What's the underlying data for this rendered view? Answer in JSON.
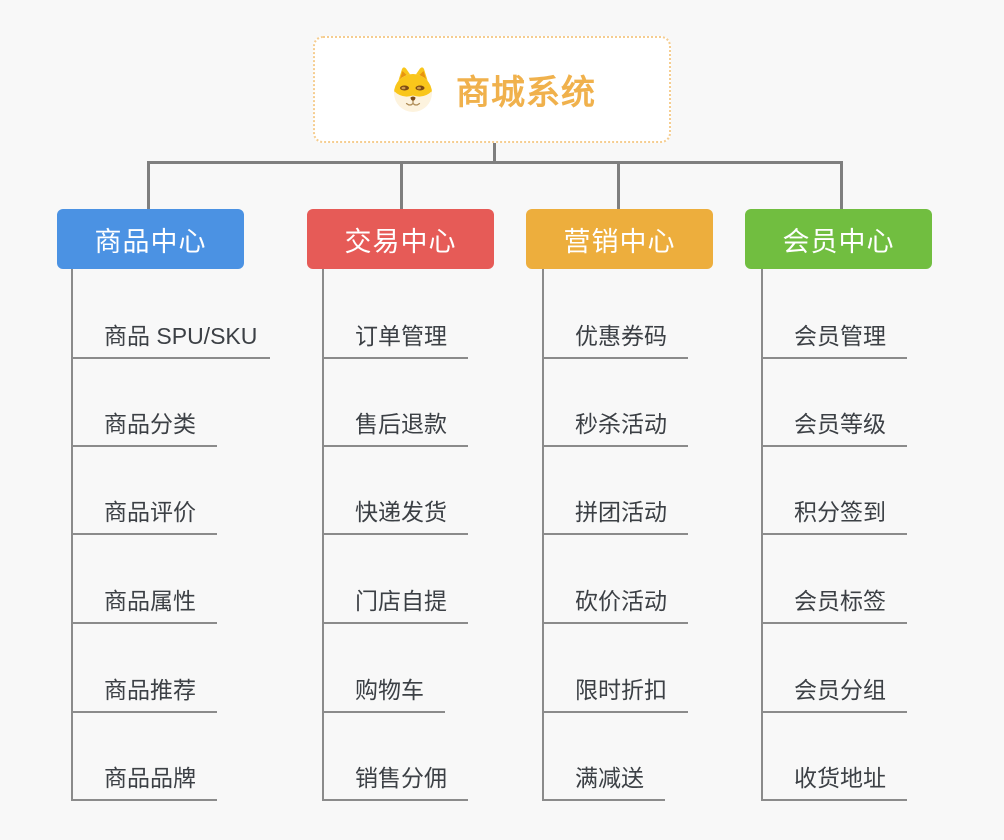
{
  "root": {
    "title": "商城系统",
    "icon": "dog-face-icon"
  },
  "colors": {
    "background": "#f8f8f8",
    "root_text": "#f0b14c",
    "root_border": "#f5cd90",
    "connector": "#7f7f7f",
    "underline": "#8b8b8b",
    "leaf_text": "#3c4045",
    "branch_product": "#4b92e3",
    "branch_trade": "#e65b57",
    "branch_marketing": "#edae3d",
    "branch_member": "#71be40"
  },
  "branches": [
    {
      "label": "商品中心",
      "color": "#4b92e3",
      "items": [
        "商品 SPU/SKU",
        "商品分类",
        "商品评价",
        "商品属性",
        "商品推荐",
        "商品品牌"
      ]
    },
    {
      "label": "交易中心",
      "color": "#e65b57",
      "items": [
        "订单管理",
        "售后退款",
        "快递发货",
        "门店自提",
        "购物车",
        "销售分佣"
      ]
    },
    {
      "label": "营销中心",
      "color": "#edae3d",
      "items": [
        "优惠券码",
        "秒杀活动",
        "拼团活动",
        "砍价活动",
        "限时折扣",
        "满减送"
      ]
    },
    {
      "label": "会员中心",
      "color": "#71be40",
      "items": [
        "会员管理",
        "会员等级",
        "积分签到",
        "会员标签",
        "会员分组",
        "收货地址"
      ]
    }
  ]
}
